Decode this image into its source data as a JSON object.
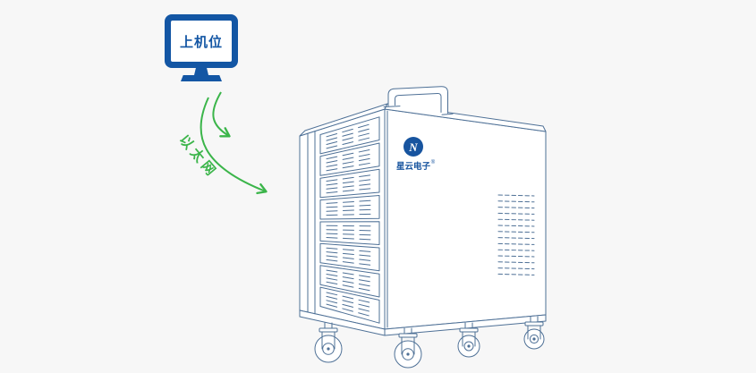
{
  "palette": {
    "background": "#f7f7f7",
    "line_blue": "#4e7096",
    "monitor_blue": "#1356a4",
    "arrow_green": "#3bb54a",
    "logo_blue": "#17549f"
  },
  "monitor": {
    "label": "上机位"
  },
  "connection": {
    "label": "以太网"
  },
  "cabinet": {
    "brand": "星云电子",
    "brand_mark": "®",
    "logo_monogram": "N"
  }
}
